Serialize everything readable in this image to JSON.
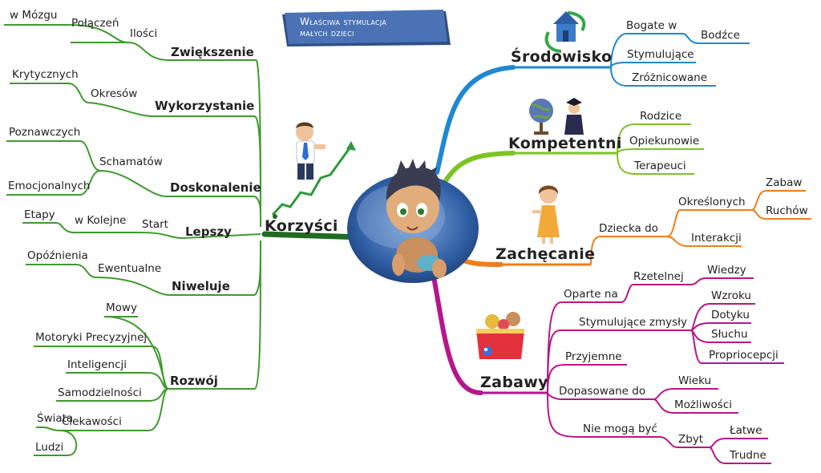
{
  "title": {
    "line1": "Właściwa stymulacja",
    "line2": "małych dzieci"
  },
  "central": {
    "name": "baby-illustration"
  },
  "colors": {
    "korzysci": "#3f9a2e",
    "srodowisko": "#1e88d2",
    "kompetentni": "#7dc323",
    "zachecanie": "#f07d1a",
    "zabawy": "#b5178b",
    "title_banner": "#3b5f9a"
  },
  "left": {
    "main": "Korzyści",
    "zwiekszenie": {
      "label": "Zwiększenie",
      "ilosci": "Ilości",
      "polaczen": "Połączeń",
      "w_mozgu": "w Mózgu"
    },
    "wykorzystanie": {
      "label": "Wykorzystanie",
      "okresow": "Okresów",
      "krytycznych": "Krytycznych"
    },
    "doskonalenie": {
      "label": "Doskonalenie",
      "schematow": "Schamatów",
      "poznawczych": "Poznawczych",
      "emocjonalnych": "Emocjonalnych"
    },
    "lepszy": {
      "label": "Lepszy",
      "start": "Start",
      "w_kolejne": "w Kolejne",
      "etapy": "Etapy"
    },
    "niweluje": {
      "label": "Niweluje",
      "ewentualne": "Ewentualne",
      "opoznienia": "Opóźnienia"
    },
    "rozwoj": {
      "label": "Rozwój",
      "mowy": "Mowy",
      "motoryki": "Motoryki Precyzyjnej",
      "inteligencji": "Inteligencji",
      "samodzielnosci": "Samodzielności",
      "ciekawosci": "Ciekawości",
      "swiata": "Świata",
      "ludzi": "Ludzi"
    }
  },
  "right": {
    "srodowisko": {
      "label": "Środowisko",
      "bogate_w": "Bogate w",
      "bodzce": "Bodźce",
      "stymulujace": "Stymulujące",
      "zroznicowane": "Zróżnicowane"
    },
    "kompetentni": {
      "label": "Kompetentni",
      "rodzice": "Rodzice",
      "opiekunowie": "Opiekunowie",
      "terapeuci": "Terapeuci"
    },
    "zachecanie": {
      "label": "Zachęcanie",
      "dziecka_do": "Dziecka do",
      "okreslonych": "Określonych",
      "zabaw": "Zabaw",
      "ruchow": "Ruchów",
      "interakcji": "Interakcji"
    },
    "zabawy": {
      "label": "Zabawy",
      "oparte_na": "Oparte na",
      "rzetelnej": "Rzetelnej",
      "wiedzy": "Wiedzy",
      "stymulujace_zmysly": "Stymulujące zmysły",
      "wzroku": "Wzroku",
      "dotyku": "Dotyku",
      "sluchu": "Słuchu",
      "propriocepcji": "Propriocepcji",
      "przyjemne": "Przyjemne",
      "dopasowane_do": "Dopasowane do",
      "wieku": "Wieku",
      "mozliwosci": "Możliwości",
      "nie_moga_byc": "Nie mogą być",
      "zbyt": "Zbyt",
      "latwe": "Łatwe",
      "trudne": "Trudne"
    }
  }
}
